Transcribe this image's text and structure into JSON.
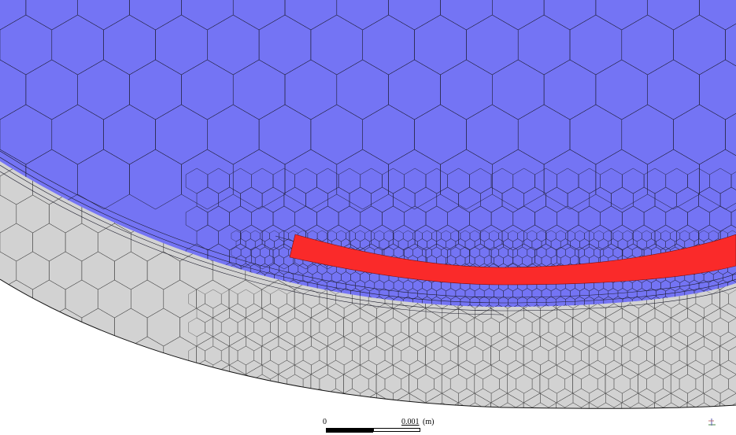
{
  "colors": {
    "fluid_region": "#7474f4",
    "heated_strip": "#fa2a2a",
    "solid_region": "#d2d2d2",
    "mesh_lines": "#1a1a2a",
    "background": "#ffffff"
  },
  "scale_bar": {
    "start_label": "0",
    "end_label": "0.001",
    "unit_label": "(m)"
  },
  "icons": {
    "axis_triad": "axis-triad-icon"
  }
}
